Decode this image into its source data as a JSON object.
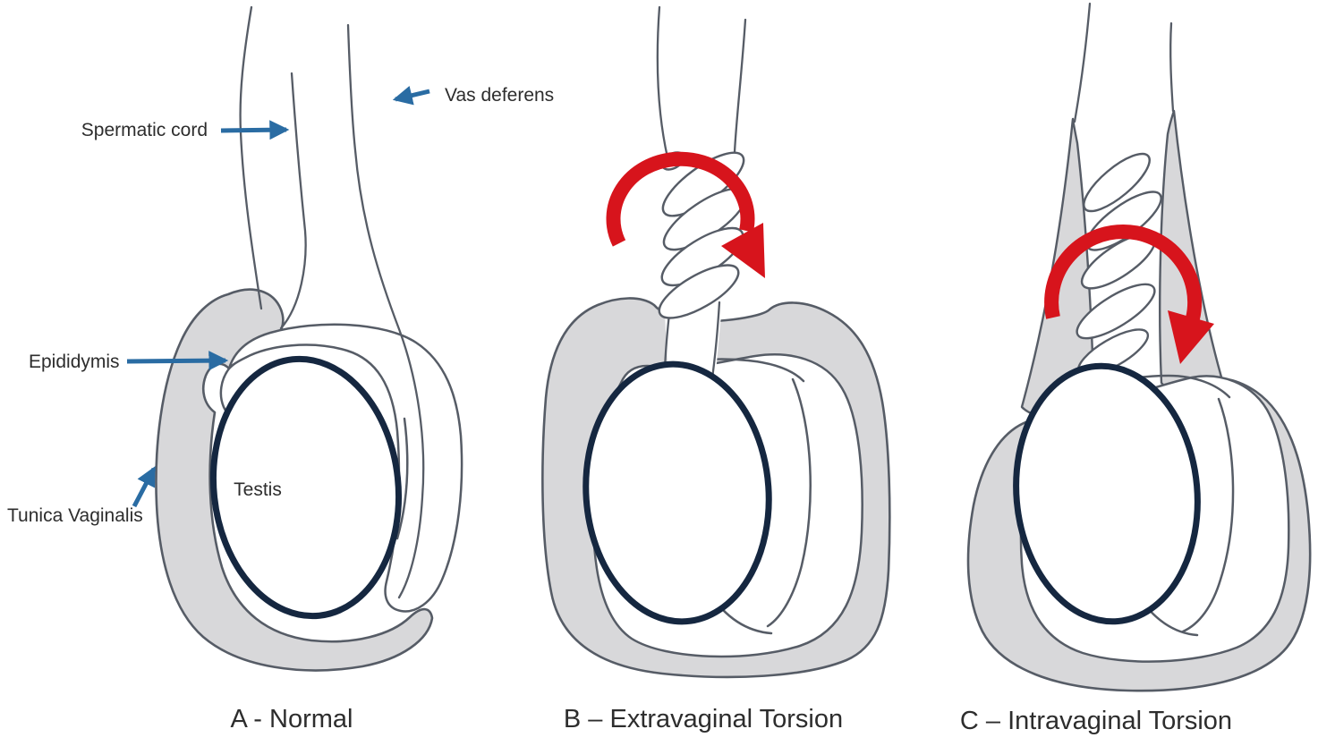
{
  "colors": {
    "bg": "#ffffff",
    "tunica-gray": "#d8d8da",
    "outline": "#565c66",
    "testis-navy": "#152740",
    "arrow-blue": "#2a6ca3",
    "torsion-red": "#d7141c",
    "label-text": "#2d2d2d"
  },
  "labels": {
    "spermatic_cord": "Spermatic cord",
    "vas_deferens": "Vas deferens",
    "epididymis": "Epididymis",
    "tunica_vaginalis": "Tunica Vaginalis",
    "testis": "Testis"
  },
  "icons": {
    "label_pointer_arrow": "blue straight arrow",
    "torsion_rotation_arrow": "red curved clockwise arrow"
  },
  "panels": [
    {
      "letter": "A",
      "caption": "A - Normal"
    },
    {
      "letter": "B",
      "caption": "B – Extravaginal Torsion"
    },
    {
      "letter": "C",
      "caption": "C – Intravaginal Torsion"
    }
  ]
}
